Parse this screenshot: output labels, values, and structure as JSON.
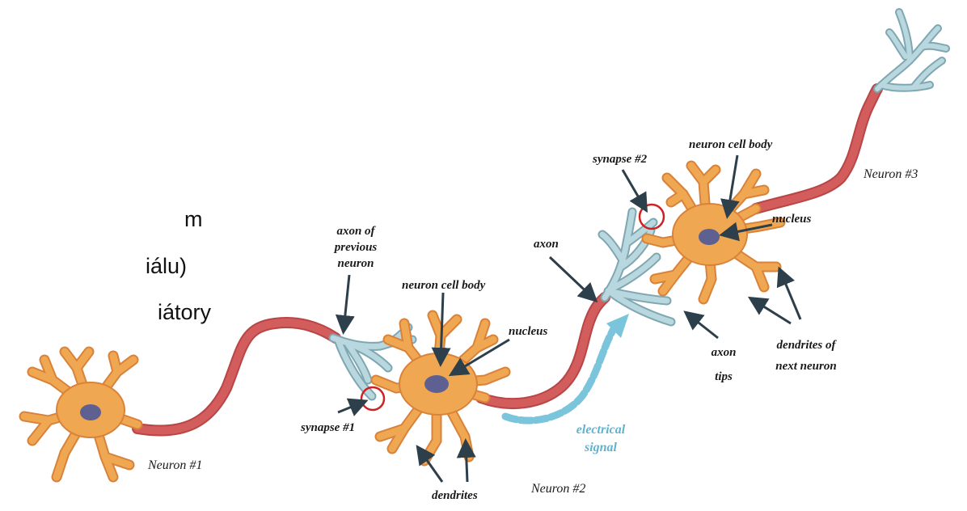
{
  "side_text": [
    "m",
    "iálu)",
    "iátory"
  ],
  "labels": {
    "neuron1": "Neuron #1",
    "neuron2": "Neuron #2",
    "neuron3": "Neuron #3",
    "axon_prev": [
      "axon of",
      "previous",
      "neuron"
    ],
    "cell_body_2": "neuron cell body",
    "nucleus_2": "nucleus",
    "synapse1": "synapse #1",
    "dendrites": "dendrites",
    "axon": "axon",
    "electrical_signal": [
      "electrical",
      "signal"
    ],
    "synapse2": "synapse #2",
    "cell_body_3": "neuron cell body",
    "nucleus_3": "nucleus",
    "axon_tips": [
      "axon",
      "tips"
    ],
    "dendrites_next": [
      "dendrites of",
      "next neuron"
    ]
  },
  "colors": {
    "cell_body": "#f0a752",
    "cell_body_edge": "#d9823a",
    "nucleus": "#5e6092",
    "axon": "#d35c5c",
    "axon_edge": "#b84646",
    "axon_tips": "#b9d7de",
    "axon_tips_edge": "#7fa7b2",
    "signal": "#7ac4dc",
    "arrow": "#2d3f4a",
    "synapse_circle": "#cc2222"
  }
}
